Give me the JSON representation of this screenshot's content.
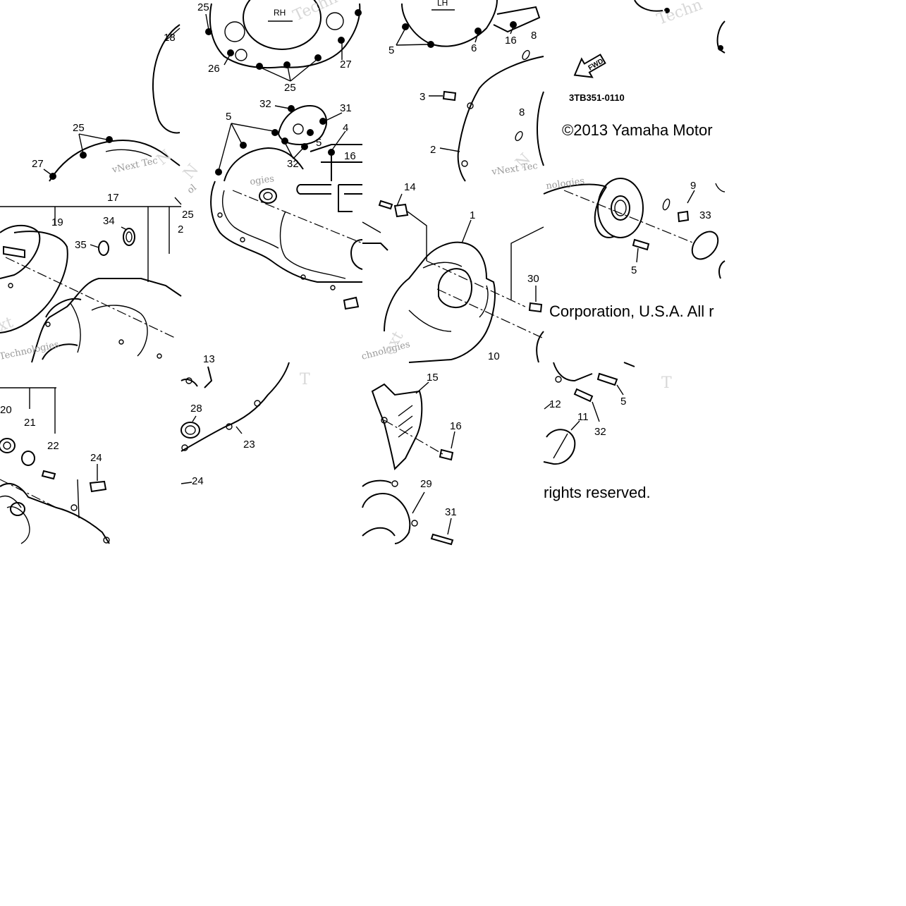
{
  "diagram_code": "3TB351-0110",
  "fwd_label": "FWD",
  "cover_labels": {
    "rh": "RH",
    "lh": "LH"
  },
  "copyright": {
    "line1": "©2013 Yamaha Motor",
    "line2": "Corporation, U.S.A. All r",
    "line3": "rights reserved."
  },
  "watermarks": {
    "technologies": "Technologies",
    "tech_fragment": "Techn",
    "t_fragment": "T",
    "vnext": "vNext Tec",
    "vnext_full": "vNext Technologies"
  },
  "callouts": [
    "1",
    "2",
    "3",
    "4",
    "5",
    "6",
    "8",
    "9",
    "10",
    "11",
    "12",
    "13",
    "14",
    "15",
    "16",
    "17",
    "18",
    "19",
    "20",
    "21",
    "22",
    "23",
    "24",
    "25",
    "26",
    "27",
    "28",
    "29",
    "30",
    "31",
    "32",
    "33",
    "34",
    "35"
  ]
}
